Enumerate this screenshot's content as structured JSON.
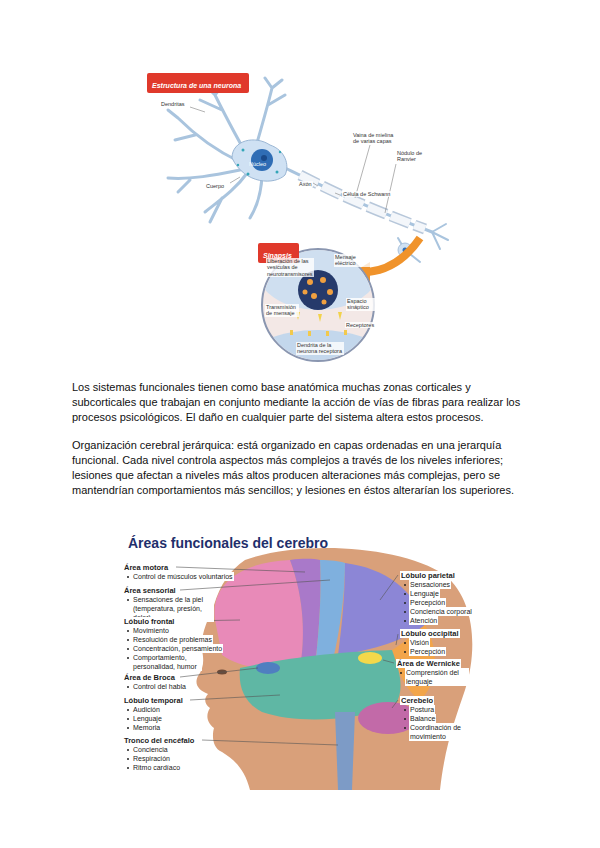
{
  "diagram": {
    "nodes": [
      {
        "text": [
          "Estructura de una neurona"
        ]
      },
      {
        "text": [
          "Sinapsis"
        ]
      }
    ],
    "labels": [
      "Dendritas",
      "Núcleo",
      "Cuerpo",
      "Axón",
      "Vaina de mielina de varias capas",
      "Nódulo de Ranvier",
      "Célula de Schwann",
      "Liberación de las vesículas de neurotransmisores",
      "Mensaje eléctrico",
      "Espacio sináptico",
      "Transmisión de mensaje",
      "Receptores",
      "Dendrita de la neurona receptora",
      "Los sistemas funcionales tienen como base anatómica muchas zonas corticales y subcorticales que trabajan en conjunto mediante la acción de vías de fibras para realizar los procesos psicológicos. El daño en cualquier parte del sistema altera estos procesos.",
      "Organización cerebral jerárquica: está organizado en capas ordenadas en una jerarquía funcional. Cada nivel controla aspectos más complejos a través de los niveles inferiores; lesiones que afectan a niveles más altos producen alteraciones más complejas, pero se mantendrían comportamientos más sencillos; y lesiones en éstos alterarían los superiores.",
      "Áreas funcionales del cerebro",
      "Área motora",
      "Control de músculos voluntarios",
      "Área sensorial",
      "Sensaciones de la piel (temperatura, presión, dolor)",
      "Lóbulo frontal",
      "Movimiento",
      "Resolución de problemas",
      "Concentración, pensamiento",
      "Comportamiento, personalidad, humor",
      "Área de Broca",
      "Control del habla",
      "Lóbulo temporal",
      "Audición",
      "Lenguaje",
      "Memoria",
      "Tronco del encéfalo",
      "Conciencia",
      "Respiración",
      "Ritmo cardíaco",
      "Lóbulo parietal",
      "Sensaciones",
      "Lenguaje",
      "Percepción",
      "Conciencia corporal",
      "Atención",
      "Lóbulo occipital",
      "Visión",
      "Percepción",
      "Área de Wernicke",
      "Comprensión del lenguaje",
      "Cerebelo",
      "Postura",
      "Balance",
      "Coordinación de movimiento"
    ]
  }
}
